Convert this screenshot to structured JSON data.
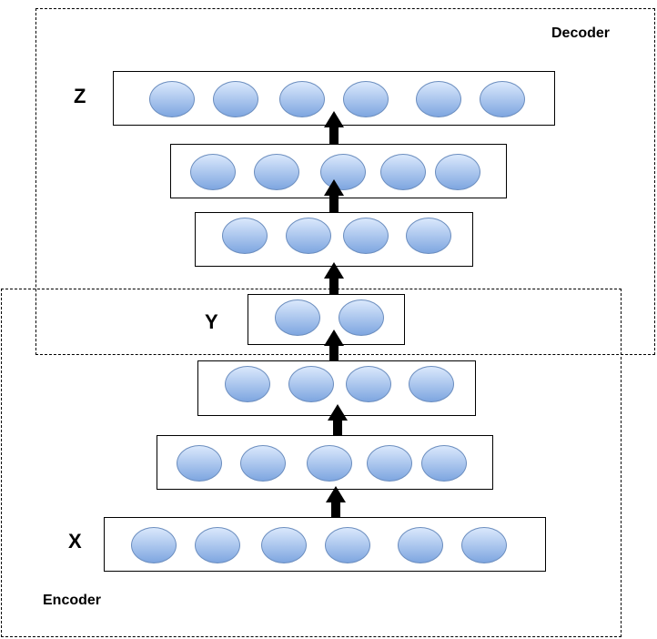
{
  "labels": {
    "decoder": "Decoder",
    "encoder": "Encoder",
    "x": "X",
    "y": "Y",
    "z": "Z"
  },
  "colors": {
    "node_fill_top": "#dae8fc",
    "node_fill_bottom": "#7ea6e0",
    "node_stroke": "#6c8ebf",
    "arrow": "#000000"
  },
  "layers": [
    {
      "id": "x-input",
      "node_count": 6
    },
    {
      "id": "encoder-hidden-1",
      "node_count": 5
    },
    {
      "id": "encoder-hidden-2",
      "node_count": 4
    },
    {
      "id": "y-code",
      "node_count": 2
    },
    {
      "id": "decoder-hidden-1",
      "node_count": 4
    },
    {
      "id": "decoder-hidden-2",
      "node_count": 5
    },
    {
      "id": "z-output",
      "node_count": 6
    }
  ]
}
